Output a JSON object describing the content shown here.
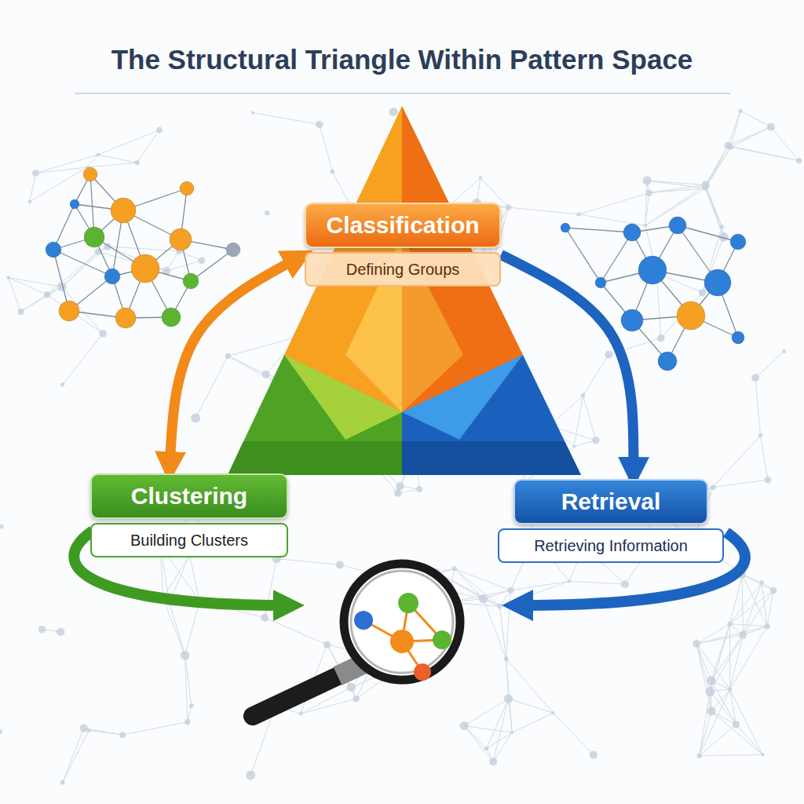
{
  "diagram": {
    "title": "The Structural Triangle Within Pattern Space",
    "nodes": [
      {
        "text": [
          "Classification",
          "Defining Groups"
        ]
      },
      {
        "text": [
          "Clustering",
          "Building Clusters"
        ]
      },
      {
        "text": [
          "Retrieval",
          "Retrieving Information"
        ]
      }
    ],
    "edges": [
      {
        "from": 0,
        "to": 1,
        "arrow": "both"
      },
      {
        "from": 0,
        "to": 2,
        "arrow": "to"
      }
    ]
  }
}
